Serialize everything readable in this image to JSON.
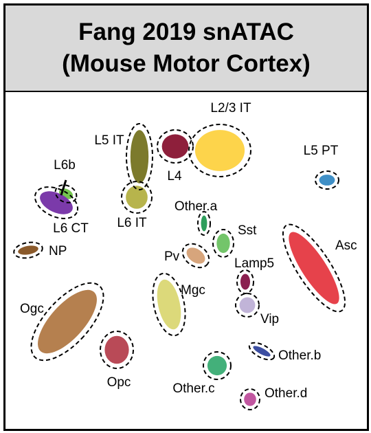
{
  "title": {
    "line1": "Fang 2019 snATAC",
    "line2": "(Mouse Motor Cortex)"
  },
  "chart_data": {
    "type": "scatter",
    "title": "Fang 2019 snATAC (Mouse Motor Cortex)",
    "xlabel": "",
    "ylabel": "",
    "grid": false,
    "legend": "none",
    "clusters": [
      {
        "name": "L2/3 IT",
        "color": "#fdd44b"
      },
      {
        "name": "L4",
        "color": "#8e1f3b"
      },
      {
        "name": "L5 IT",
        "color": "#7c7a2c"
      },
      {
        "name": "L6 IT",
        "color": "#b7b44c"
      },
      {
        "name": "L5 PT",
        "color": "#3f8fc6"
      },
      {
        "name": "L6b",
        "color": "#74c64e"
      },
      {
        "name": "L6 CT",
        "color": "#7b3aaa"
      },
      {
        "name": "NP",
        "color": "#8b5a2b"
      },
      {
        "name": "Other.a",
        "color": "#2e9e5c"
      },
      {
        "name": "Sst",
        "color": "#73c56a"
      },
      {
        "name": "Pv",
        "color": "#d7a57c"
      },
      {
        "name": "Lamp5",
        "color": "#8a1f4f"
      },
      {
        "name": "Asc",
        "color": "#e6424b"
      },
      {
        "name": "Mgc",
        "color": "#dcd97a"
      },
      {
        "name": "Vip",
        "color": "#c1b4d8"
      },
      {
        "name": "Ogc",
        "color": "#b5804f"
      },
      {
        "name": "Opc",
        "color": "#b94a57"
      },
      {
        "name": "Other.b",
        "color": "#3c4ea1"
      },
      {
        "name": "Other.c",
        "color": "#43b07a"
      },
      {
        "name": "Other.d",
        "color": "#c157a0"
      }
    ]
  }
}
